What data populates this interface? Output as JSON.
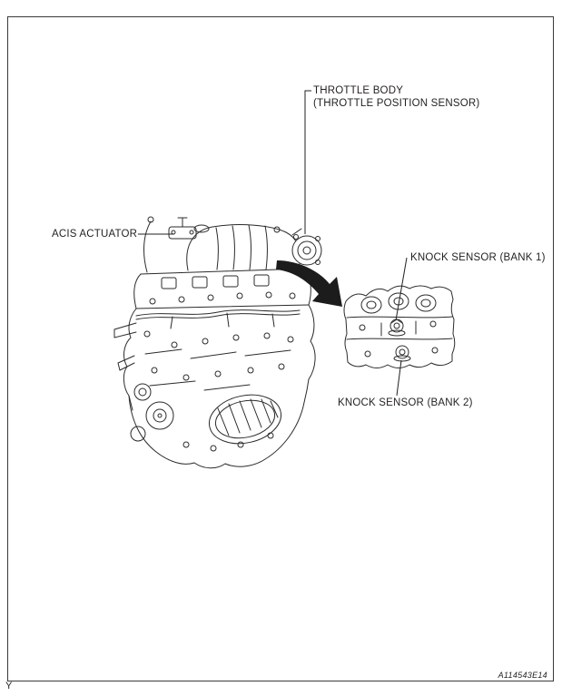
{
  "page": {
    "corner_mark": "Y",
    "figure_code": "A114543E14"
  },
  "labels": {
    "throttle_body_line1": "THROTTLE BODY",
    "throttle_body_line2": "(THROTTLE POSITION SENSOR)",
    "acis_actuator": "ACIS ACTUATOR",
    "knock_sensor_bank1": "KNOCK SENSOR (BANK 1)",
    "knock_sensor_bank2": "KNOCK SENSOR (BANK 2)"
  },
  "illustration": {
    "engine_view": "engine-assembly-front-view",
    "detail_view": "knock-sensor-cutaway-detail",
    "arrow": "magnified-view-arrow"
  },
  "colors": {
    "ink": "#231f20",
    "background": "#ffffff"
  }
}
